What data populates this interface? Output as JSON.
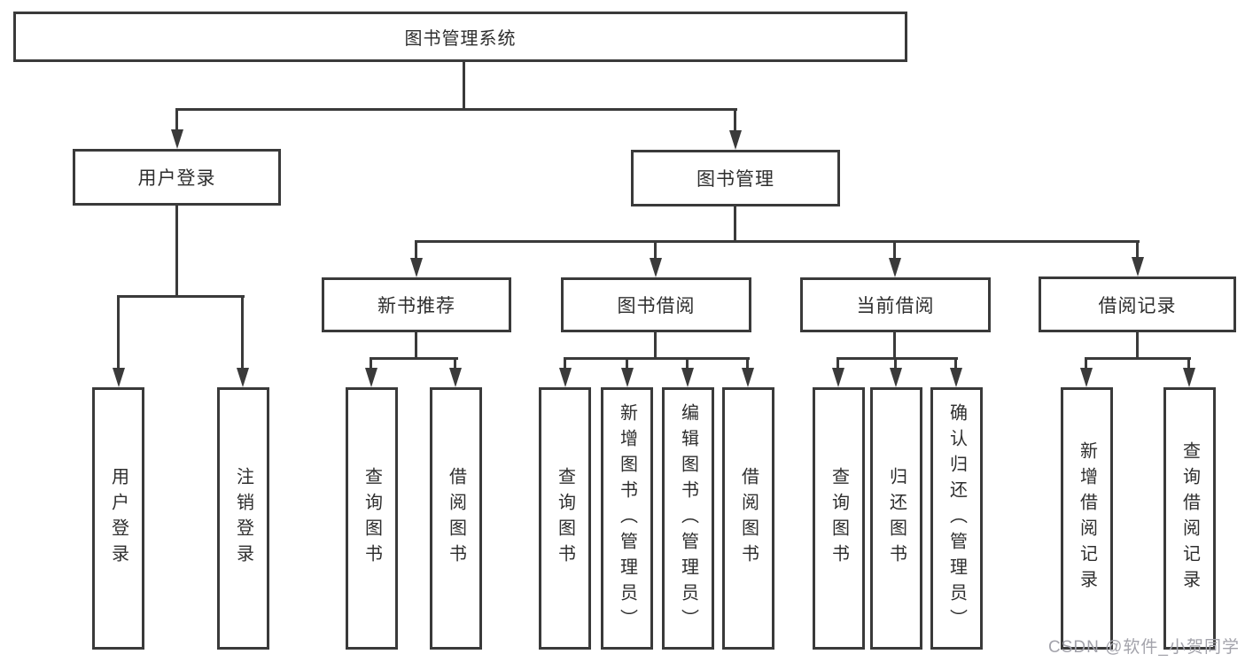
{
  "tree": {
    "label": "图书管理系统",
    "children": [
      {
        "label": "用户登录",
        "children": [
          {
            "label": "用户登录"
          },
          {
            "label": "注销登录"
          }
        ]
      },
      {
        "label": "图书管理",
        "children": [
          {
            "label": "新书推荐",
            "children": [
              {
                "label": "查询图书"
              },
              {
                "label": "借阅图书"
              }
            ]
          },
          {
            "label": "图书借阅",
            "children": [
              {
                "label": "查询图书"
              },
              {
                "label": "新增图书（管理员）"
              },
              {
                "label": "编辑图书（管理员）"
              },
              {
                "label": "借阅图书"
              }
            ]
          },
          {
            "label": "当前借阅",
            "children": [
              {
                "label": "查询图书"
              },
              {
                "label": "归还图书"
              },
              {
                "label": "确认归还（管理员）"
              }
            ]
          },
          {
            "label": "借阅记录",
            "children": [
              {
                "label": "新增借阅记录"
              },
              {
                "label": "查询借阅记录"
              }
            ]
          }
        ]
      }
    ]
  },
  "watermark": "CSDN @软件_小贺同学",
  "colors": {
    "line": "#3a3a3a",
    "text": "#2e2e2e",
    "watermark": "#a3a3ab",
    "background": "#ffffff"
  }
}
